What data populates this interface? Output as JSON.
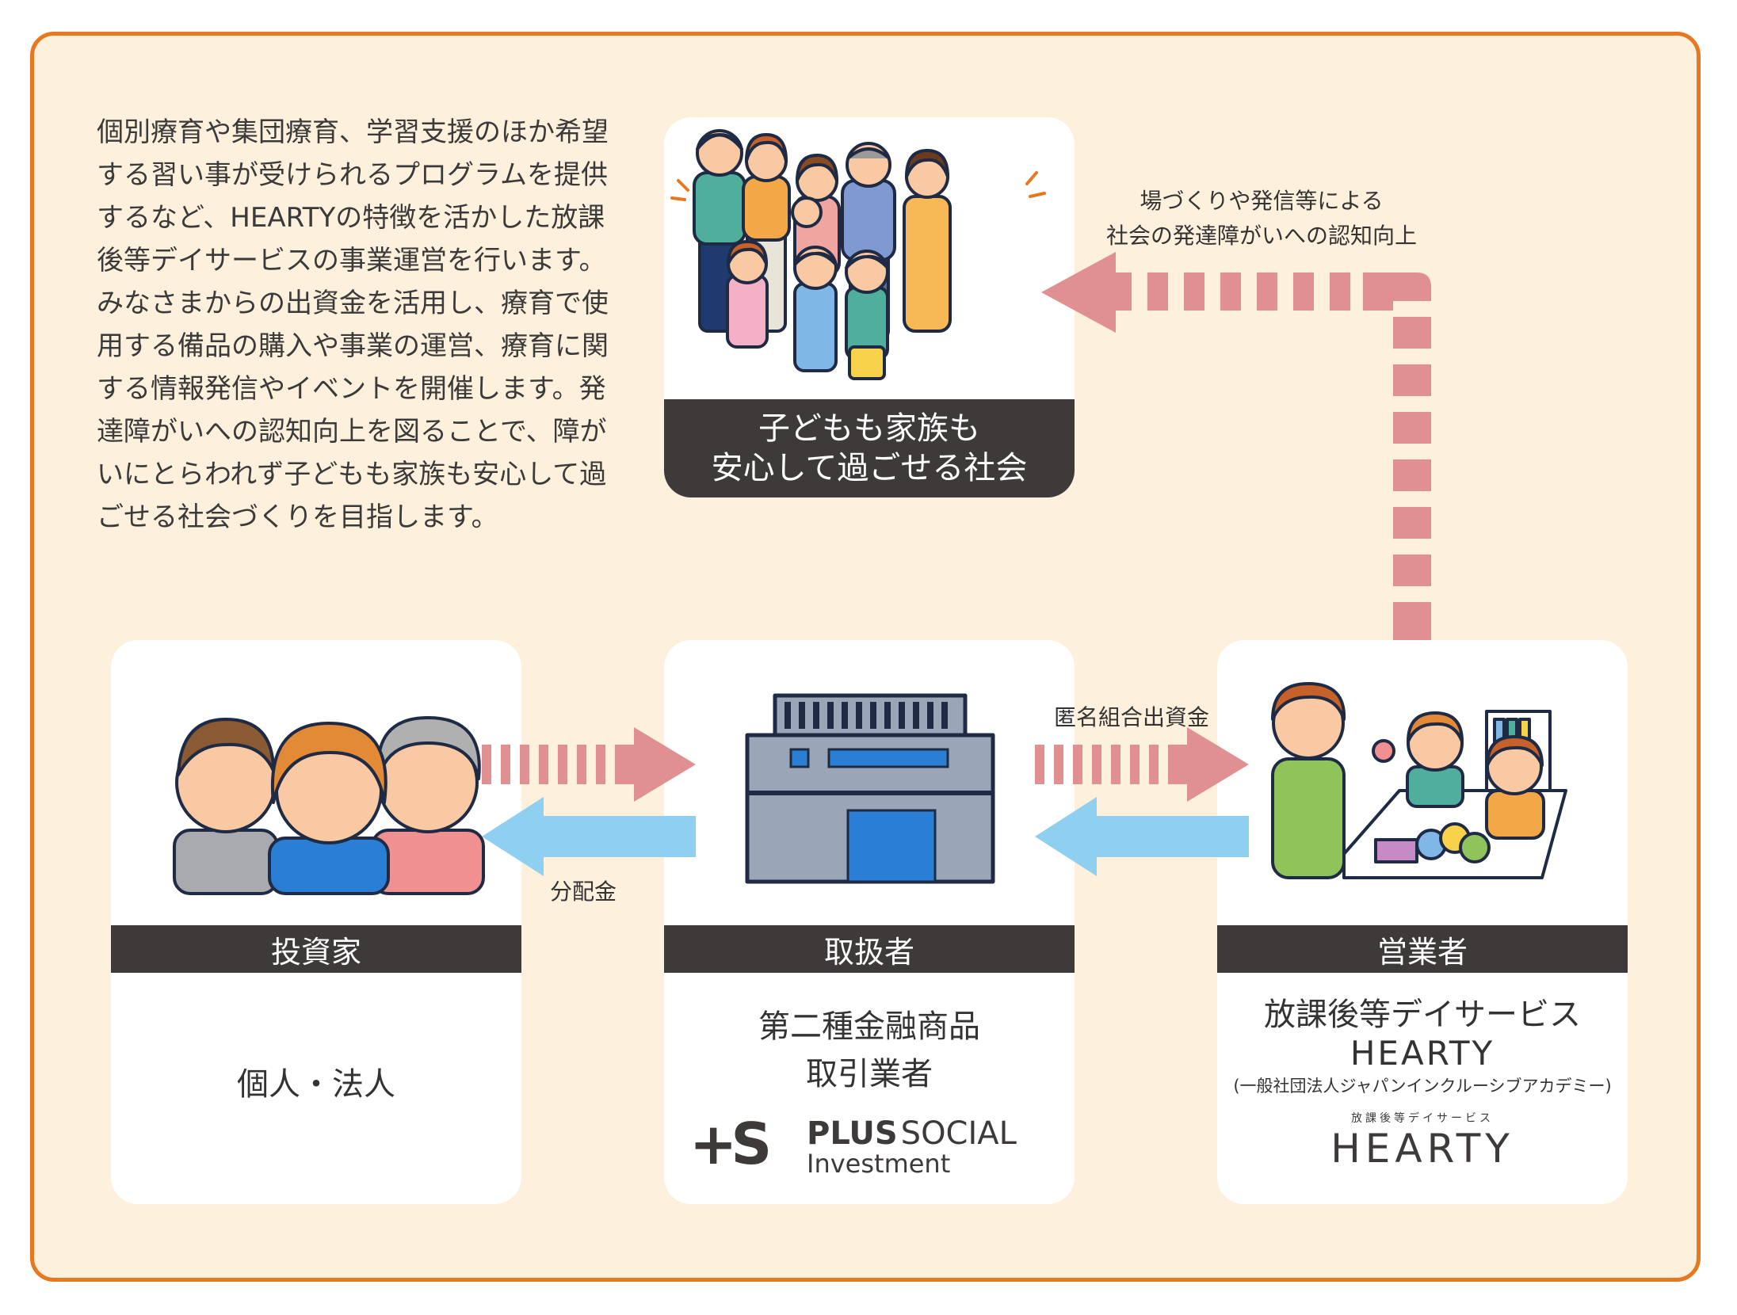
{
  "intro": {
    "paragraph1": "個別療育や集団療育、学習支援のほか希望する習い事が受けられるプログラムを提供するなど、HEARTYの特徴を活かした放課後等デイサービスの事業運営を行います。",
    "paragraph2": "みなさまからの出資金を活用し、療育で使用する備品の購入や事業の運営、療育に関する情報発信やイベントを開催します。発達障がいへの認知向上を図ることで、障がいにとらわれず子どもも家族も安心して過ごせる社会づくりを目指します。"
  },
  "society": {
    "label_line1": "子どもも家族も",
    "label_line2": "安心して過ごせる社会"
  },
  "awareness_caption": {
    "line1": "場づくりや発信等による",
    "line2": "社会の発達障がいへの認知向上"
  },
  "investor": {
    "label": "投資家",
    "description": "個人・法人"
  },
  "handler": {
    "label": "取扱者",
    "description_line1": "第二種金融商品",
    "description_line2": "取引業者",
    "logo_mark": "+S",
    "logo_word_bold": "PLUS",
    "logo_word_light": "SOCIAL",
    "logo_word_sub": "Investment"
  },
  "operator": {
    "label": "営業者",
    "description_line1": "放課後等デイサービス",
    "description_line2": "HEARTY",
    "description_line3": "(一般社団法人ジャパンインクルーシブアカデミー)",
    "logo_small": "放課後等デイサービス",
    "logo_main": "HEARTY"
  },
  "flows": {
    "investment_caption": "匿名組合出資金",
    "distribution_caption": "分配金"
  },
  "colors": {
    "frame_border": "#e8781f",
    "background": "#fdf0dc",
    "label_bar": "#3e3a39",
    "arrow_pink": "#e09090",
    "arrow_blue": "#8fd0f0",
    "building_blue": "#2a7fd4"
  }
}
